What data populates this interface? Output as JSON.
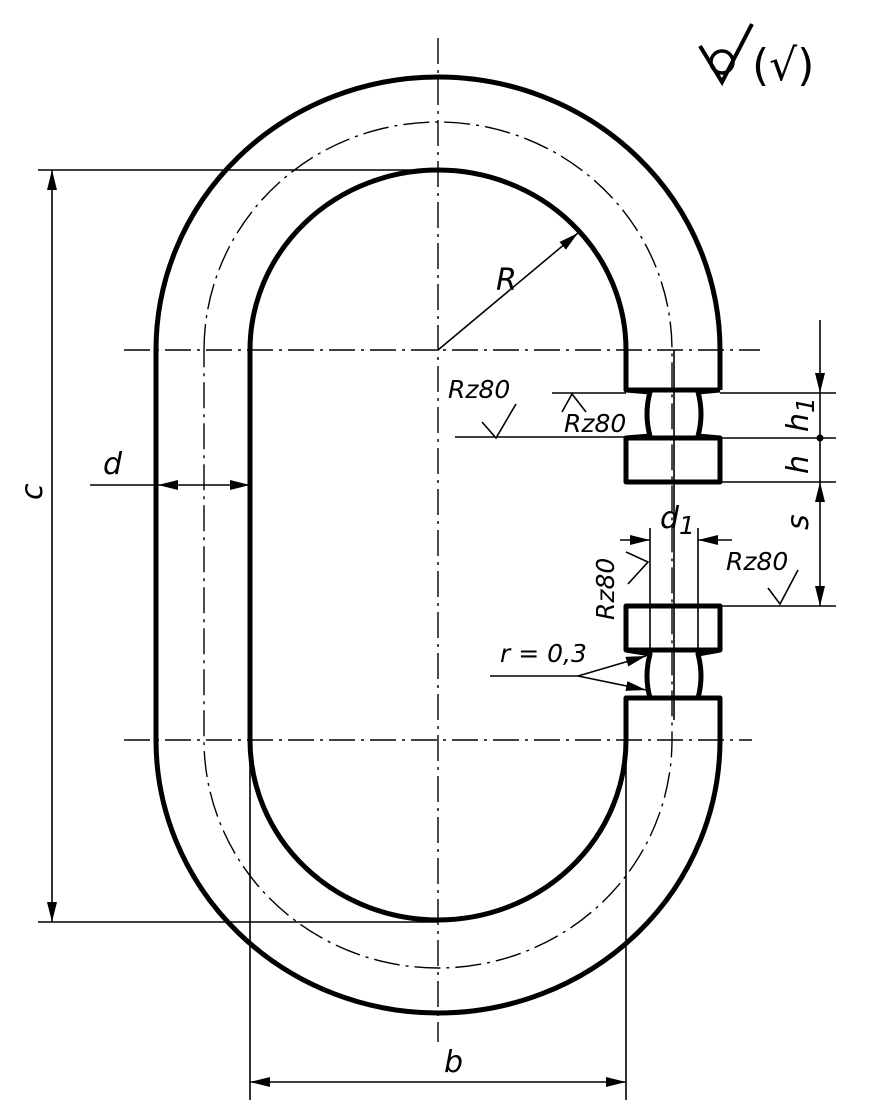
{
  "labels": {
    "R": "R",
    "c": "c",
    "d": "d",
    "b": "b",
    "h": "h",
    "h1_base": "h",
    "h1_sub": "1",
    "s": "s",
    "d1_base": "d",
    "d1_sub": "1",
    "r_note": "r = 0,3"
  },
  "roughness": {
    "rz_top_left": "Rz80",
    "rz_top_inner": "Rz80",
    "rz_right": "Rz80",
    "rz_vertical": "Rz80",
    "general_bracket": "(√)"
  }
}
